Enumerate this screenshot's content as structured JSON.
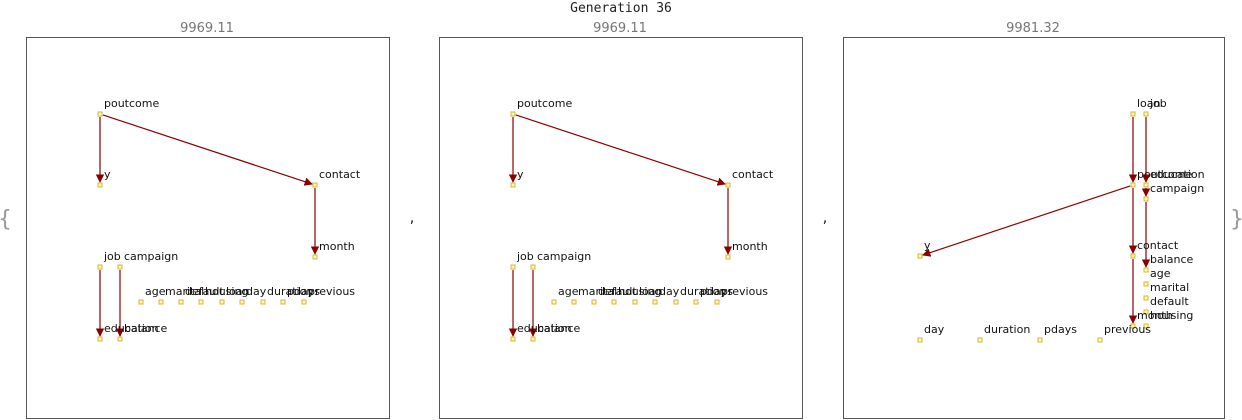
{
  "title": "Generation 36",
  "open_brace": "{",
  "close_brace": "}",
  "separator": ",",
  "graphs": [
    {
      "score": "9969.11",
      "nodes": [
        {
          "id": "poutcome",
          "label": "poutcome"
        },
        {
          "id": "y",
          "label": "y"
        },
        {
          "id": "contact",
          "label": "contact"
        },
        {
          "id": "month",
          "label": "month"
        },
        {
          "id": "job",
          "label": "job"
        },
        {
          "id": "campaign",
          "label": "campaign"
        },
        {
          "id": "age",
          "label": "age"
        },
        {
          "id": "marital",
          "label": "marital"
        },
        {
          "id": "default",
          "label": "default"
        },
        {
          "id": "housing",
          "label": "housing"
        },
        {
          "id": "loan",
          "label": "loan"
        },
        {
          "id": "day",
          "label": "day"
        },
        {
          "id": "duration",
          "label": "duration"
        },
        {
          "id": "pdays",
          "label": "pdays"
        },
        {
          "id": "previous",
          "label": "previous"
        },
        {
          "id": "education",
          "label": "education"
        },
        {
          "id": "balance",
          "label": "balance"
        }
      ],
      "edges": [
        {
          "from": "poutcome",
          "to": "y"
        },
        {
          "from": "poutcome",
          "to": "contact"
        },
        {
          "from": "contact",
          "to": "month"
        },
        {
          "from": "job",
          "to": "education"
        },
        {
          "from": "campaign",
          "to": "balance"
        }
      ]
    },
    {
      "score": "9969.11",
      "nodes": [
        {
          "id": "poutcome",
          "label": "poutcome"
        },
        {
          "id": "y",
          "label": "y"
        },
        {
          "id": "contact",
          "label": "contact"
        },
        {
          "id": "month",
          "label": "month"
        },
        {
          "id": "job",
          "label": "job"
        },
        {
          "id": "campaign",
          "label": "campaign"
        },
        {
          "id": "age",
          "label": "age"
        },
        {
          "id": "marital",
          "label": "marital"
        },
        {
          "id": "default",
          "label": "default"
        },
        {
          "id": "housing",
          "label": "housing"
        },
        {
          "id": "loan",
          "label": "loan"
        },
        {
          "id": "day",
          "label": "day"
        },
        {
          "id": "duration",
          "label": "duration"
        },
        {
          "id": "pdays",
          "label": "pdays"
        },
        {
          "id": "previous",
          "label": "previous"
        },
        {
          "id": "education",
          "label": "education"
        },
        {
          "id": "balance",
          "label": "balance"
        }
      ],
      "edges": [
        {
          "from": "poutcome",
          "to": "y"
        },
        {
          "from": "poutcome",
          "to": "contact"
        },
        {
          "from": "contact",
          "to": "month"
        },
        {
          "from": "job",
          "to": "education"
        },
        {
          "from": "campaign",
          "to": "balance"
        }
      ]
    },
    {
      "score": "9981.32",
      "nodes": [
        {
          "id": "loan",
          "label": "loan"
        },
        {
          "id": "job",
          "label": "job"
        },
        {
          "id": "poutcome",
          "label": "poutcome"
        },
        {
          "id": "education",
          "label": "education"
        },
        {
          "id": "campaign",
          "label": "campaign"
        },
        {
          "id": "y",
          "label": "y"
        },
        {
          "id": "contact",
          "label": "contact"
        },
        {
          "id": "balance",
          "label": "balance"
        },
        {
          "id": "age",
          "label": "age"
        },
        {
          "id": "marital",
          "label": "marital"
        },
        {
          "id": "default",
          "label": "default"
        },
        {
          "id": "housing",
          "label": "housing"
        },
        {
          "id": "month",
          "label": "month"
        },
        {
          "id": "day",
          "label": "day"
        },
        {
          "id": "duration",
          "label": "duration"
        },
        {
          "id": "pdays",
          "label": "pdays"
        },
        {
          "id": "previous",
          "label": "previous"
        }
      ],
      "edges": [
        {
          "from": "loan",
          "to": "poutcome"
        },
        {
          "from": "poutcome",
          "to": "y"
        },
        {
          "from": "poutcome",
          "to": "contact"
        },
        {
          "from": "job",
          "to": "education"
        },
        {
          "from": "education",
          "to": "campaign"
        },
        {
          "from": "campaign",
          "to": "balance"
        },
        {
          "from": "contact",
          "to": "month"
        }
      ]
    }
  ]
}
